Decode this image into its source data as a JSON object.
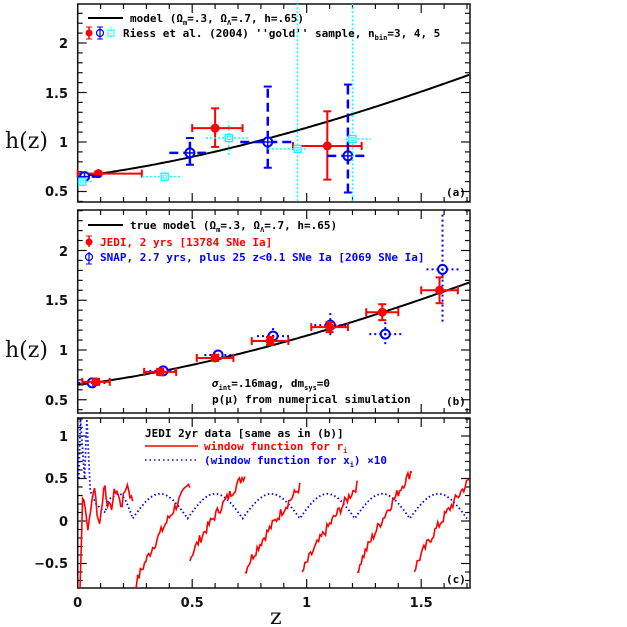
{
  "chart_data": [
    {
      "panel": "(a)",
      "type": "scatter",
      "title": "",
      "xlabel": "",
      "ylabel": "h(z)",
      "xlim": [
        0,
        1.71
      ],
      "ylim": [
        0.4,
        2.4
      ],
      "yticks": [
        "0.5",
        "1",
        "1.5",
        "2"
      ],
      "legend": [
        {
          "label": "model (Ωm=.3, ΩΛ=.7, h=.65)",
          "style": "solid-line",
          "color": "#000000"
        },
        {
          "label": "Riess et al. (2004) ''gold'' sample, nbin=3, 4, 5",
          "style": "markers",
          "color": "#ff0000"
        }
      ],
      "model_curve": "h(z)=0.65*sqrt(0.3*(1+z)^3+0.7)",
      "series": [
        {
          "name": "nbin=3",
          "color": "#ff0000",
          "marker": "filled-circle",
          "points": [
            {
              "z": 0.09,
              "h": 0.68,
              "zlo": 0.0,
              "zhi": 0.28,
              "hlo": 0.66,
              "hhi": 0.7
            },
            {
              "z": 0.6,
              "h": 1.14,
              "zlo": 0.5,
              "zhi": 0.72,
              "hlo": 0.95,
              "hhi": 1.34
            },
            {
              "z": 1.09,
              "h": 0.96,
              "zlo": 0.94,
              "zhi": 1.24,
              "hlo": 0.62,
              "hhi": 1.31
            }
          ]
        },
        {
          "name": "nbin=4",
          "color": "#0000ff",
          "marker": "open-circle-cross",
          "points": [
            {
              "z": 0.03,
              "h": 0.65,
              "zlo": 0.0,
              "zhi": 0.12,
              "hlo": 0.63,
              "hhi": 0.68
            },
            {
              "z": 0.49,
              "h": 0.89,
              "zlo": 0.4,
              "zhi": 0.56,
              "hlo": 0.77,
              "hhi": 1.04
            },
            {
              "z": 0.83,
              "h": 1.0,
              "zlo": 0.71,
              "zhi": 0.94,
              "hlo": 0.74,
              "hhi": 1.56
            },
            {
              "z": 1.18,
              "h": 0.86,
              "zlo": 1.09,
              "zhi": 1.27,
              "hlo": 0.49,
              "hhi": 1.58
            }
          ]
        },
        {
          "name": "nbin=5",
          "color": "#00ffff",
          "marker": "open-square",
          "linestyle": "dotted",
          "points": [
            {
              "z": 0.02,
              "h": 0.6,
              "zlo": 0.0,
              "zhi": 0.07,
              "hlo": 0.57,
              "hhi": 0.63
            },
            {
              "z": 0.38,
              "h": 0.65,
              "zlo": 0.28,
              "zhi": 0.45,
              "hlo": 0.61,
              "hhi": 0.69
            },
            {
              "z": 0.66,
              "h": 1.04,
              "zlo": 0.56,
              "zhi": 0.75,
              "hlo": 0.87,
              "hhi": 1.2
            },
            {
              "z": 0.96,
              "h": 0.93,
              "zlo": 0.83,
              "zhi": 1.0,
              "hlo": 0.4,
              "hhi": 2.4
            },
            {
              "z": 1.2,
              "h": 1.03,
              "zlo": 1.17,
              "zhi": 1.28,
              "hlo": 0.4,
              "hhi": 2.4
            }
          ]
        }
      ],
      "annotation": "(a)"
    },
    {
      "panel": "(b)",
      "type": "scatter",
      "xlabel": "",
      "ylabel": "h(z)",
      "xlim": [
        0,
        1.71
      ],
      "ylim": [
        0.4,
        2.4
      ],
      "yticks": [
        "0.5",
        "1",
        "1.5",
        "2"
      ],
      "legend": [
        {
          "label": "true model (Ωm=.3, ΩΛ=.7, h=.65)",
          "style": "solid-line",
          "color": "#000000"
        },
        {
          "label": "JEDI, 2 yrs [13784 SNe Ia]",
          "style": "filled-circle",
          "color": "#ff0000"
        },
        {
          "label": "SNAP, 2.7 yrs, plus 25 z<0.1 SNe Ia [2069 SNe Ia]",
          "style": "open-circle",
          "color": "#0000ff"
        }
      ],
      "series": [
        {
          "name": "JEDI, 2 yrs",
          "color": "#ff0000",
          "z": [
            0.08,
            0.36,
            0.6,
            0.84,
            1.1,
            1.33,
            1.58
          ],
          "h": [
            0.68,
            0.78,
            0.92,
            1.09,
            1.23,
            1.38,
            1.6
          ],
          "herr": [
            0.02,
            0.03,
            0.03,
            0.04,
            0.05,
            0.08,
            0.13
          ],
          "zerr": [
            0.06,
            0.07,
            0.08,
            0.08,
            0.08,
            0.07,
            0.08
          ]
        },
        {
          "name": "SNAP, 2.7 yrs",
          "color": "#0000ff",
          "z": [
            0.05,
            0.36,
            0.6,
            0.84,
            1.09,
            1.33,
            1.58
          ],
          "h": [
            0.67,
            0.79,
            0.95,
            1.14,
            1.25,
            1.16,
            1.81
          ],
          "herr": [
            0.02,
            0.03,
            0.03,
            0.08,
            0.12,
            0.12,
            0.55
          ],
          "zerr": [
            0.06,
            0.06,
            0.06,
            0.07,
            0.07,
            0.07,
            0.07
          ]
        }
      ],
      "annotations": [
        "σint=.16mag, dmsys=0",
        "p(μ) from numerical simulation",
        "(b)"
      ]
    },
    {
      "panel": "(c)",
      "type": "line",
      "xlabel": "z",
      "ylabel": "",
      "xlim": [
        0,
        1.71
      ],
      "ylim": [
        -0.8,
        1.2
      ],
      "xticks": [
        "0",
        "0.5",
        "1",
        "1.5"
      ],
      "yticks": [
        "-0.5",
        "0",
        "0.5",
        "1"
      ],
      "legend": [
        {
          "label": "JEDI 2yr data [same as in (b)]",
          "style": "text",
          "color": "#000000"
        },
        {
          "label": "window function for ri",
          "style": "solid-line",
          "color": "#ff0000"
        },
        {
          "label": "(window function for xi) ×10",
          "style": "dotted-line",
          "color": "#0000ff"
        }
      ],
      "series": [
        {
          "name": "window function for ri",
          "color": "#ff0000",
          "shape": "sawtooth",
          "segments": [
            {
              "z_start": 0.01,
              "z_end": 0.24,
              "v_start": -0.8,
              "v_end": 0.4
            },
            {
              "z_start": 0.25,
              "z_end": 0.49,
              "v_start": -0.78,
              "v_end": 0.45
            },
            {
              "z_start": 0.49,
              "z_end": 0.73,
              "v_start": -0.45,
              "v_end": 0.55
            },
            {
              "z_start": 0.73,
              "z_end": 0.97,
              "v_start": -0.6,
              "v_end": 0.4
            },
            {
              "z_start": 0.98,
              "z_end": 1.22,
              "v_start": -0.62,
              "v_end": 0.42
            },
            {
              "z_start": 1.22,
              "z_end": 1.46,
              "v_start": -0.6,
              "v_end": 0.6
            },
            {
              "z_start": 1.47,
              "z_end": 1.71,
              "v_start": -0.58,
              "v_end": 0.48
            }
          ]
        },
        {
          "name": "(window function for xi) ×10",
          "color": "#0000ff",
          "shape": "periodic-arches",
          "minima_z": [
            0.12,
            0.24,
            0.48,
            0.72,
            0.97,
            1.21,
            1.45,
            1.7
          ],
          "maxima_v": 0.32,
          "minima_v": 0.03
        }
      ],
      "annotation": "(c)"
    }
  ],
  "panels": {
    "a": {
      "legend_line1": "model (Ω",
      "legend_line1_sub1": "m",
      "legend_line1_mid": "=.3, Ω",
      "legend_line1_sub2": "Λ",
      "legend_line1_end": "=.7, h=.65)",
      "legend_line2": "Riess et al. (2004) ''gold'' sample, n",
      "legend_line2_sub": "bin",
      "legend_line2_end": "=3, 4, 5",
      "tag": "(a)",
      "ylabel": "h(z)",
      "yticks": [
        "0.5",
        "1",
        "1.5",
        "2"
      ]
    },
    "b": {
      "legend_line1": "true model (Ω",
      "legend_line1_sub1": "m",
      "legend_line1_mid": "=.3, Ω",
      "legend_line1_sub2": "Λ",
      "legend_line1_end": "=.7, h=.65)",
      "legend_line2": "JEDI, 2 yrs [13784 SNe Ia]",
      "legend_line3": "SNAP, 2.7 yrs, plus 25 z<0.1 SNe Ia [2069 SNe Ia]",
      "note1_a": "σ",
      "note1_sub1": "int",
      "note1_b": "=.16mag, dm",
      "note1_sub2": "sys",
      "note1_c": "=0",
      "note2": "p(μ) from numerical simulation",
      "tag": "(b)",
      "ylabel": "h(z)",
      "yticks": [
        "0.5",
        "1",
        "1.5",
        "2"
      ]
    },
    "c": {
      "legend_line1": "JEDI 2yr data [same as in (b)]",
      "legend_line2": "window function for r",
      "legend_line2_sub": "i",
      "legend_line3": "(window function for x",
      "legend_line3_sub": "i",
      "legend_line3_end": ") ×10",
      "tag": "(c)",
      "xlabel": "z",
      "xticks": [
        "0",
        "0.5",
        "1",
        "1.5"
      ],
      "yticks": [
        "−0.5",
        "0",
        "0.5",
        "1"
      ]
    }
  },
  "colors": {
    "model": "#000000",
    "red": "#ff0000",
    "blue": "#0000ff",
    "cyan": "#00ffff"
  }
}
